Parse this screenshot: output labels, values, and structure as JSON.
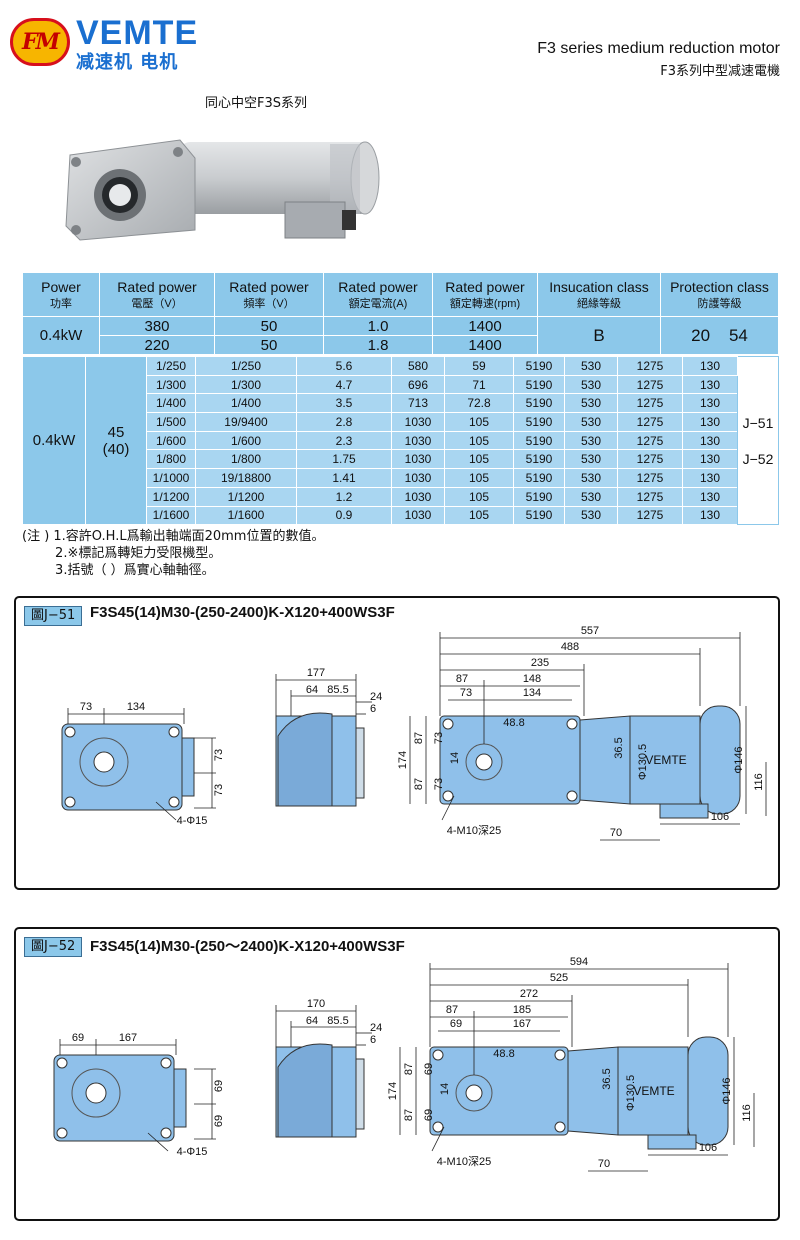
{
  "header": {
    "logo_mark": "FM",
    "brand_en": "VEMTE",
    "brand_cn": "减速机 电机",
    "title_en": "F3 series medium reduction motor",
    "title_cn": "F3系列中型减速電機",
    "series_label": "同心中空F3S系列"
  },
  "spec_header": [
    {
      "en": "Power",
      "cn": "功率"
    },
    {
      "en": "Rated power",
      "cn": "電壓（V）"
    },
    {
      "en": "Rated power",
      "cn": "頻率（V）"
    },
    {
      "en": "Rated power",
      "cn": "額定電流(A)"
    },
    {
      "en": "Rated power",
      "cn": "額定轉速(rpm)"
    },
    {
      "en": "Insucation class",
      "cn": "絕緣等級"
    },
    {
      "en": "Protection class",
      "cn": "防護等級"
    }
  ],
  "spec_rows": [
    {
      "power": "0.4kW",
      "voltage": "380",
      "frequency": "50",
      "current": "1.0",
      "speed": "1400",
      "insulation": "B",
      "protection": "20    54"
    },
    {
      "voltage": "220",
      "frequency": "50",
      "current": "1.8",
      "speed": "1400"
    }
  ],
  "ratio_table": {
    "power": "0.4kW",
    "shaft": "45",
    "shaft_solid": "(40)",
    "refs": [
      "J−51",
      "J−52"
    ],
    "rows": [
      [
        "1/250",
        "1/250",
        "5.6",
        "580",
        "59",
        "5190",
        "530",
        "1275",
        "130"
      ],
      [
        "1/300",
        "1/300",
        "4.7",
        "696",
        "71",
        "5190",
        "530",
        "1275",
        "130"
      ],
      [
        "1/400",
        "1/400",
        "3.5",
        "713",
        "72.8",
        "5190",
        "530",
        "1275",
        "130"
      ],
      [
        "1/500",
        "19/9400",
        "2.8",
        "1030",
        "105",
        "5190",
        "530",
        "1275",
        "130"
      ],
      [
        "1/600",
        "1/600",
        "2.3",
        "1030",
        "105",
        "5190",
        "530",
        "1275",
        "130"
      ],
      [
        "1/800",
        "1/800",
        "1.75",
        "1030",
        "105",
        "5190",
        "530",
        "1275",
        "130"
      ],
      [
        "1/1000",
        "19/18800",
        "1.41",
        "1030",
        "105",
        "5190",
        "530",
        "1275",
        "130"
      ],
      [
        "1/1200",
        "1/1200",
        "1.2",
        "1030",
        "105",
        "5190",
        "530",
        "1275",
        "130"
      ],
      [
        "1/1600",
        "1/1600",
        "0.9",
        "1030",
        "105",
        "5190",
        "530",
        "1275",
        "130"
      ]
    ]
  },
  "notes": [
    "(注 ) 1.容許O.H.L爲輸出軸端面20mm位置的數值。",
    "        2.※標記爲轉矩力受限機型。",
    "        3.括號（ ）爲實心軸軸徑。"
  ],
  "figures": [
    {
      "tag": "圖J−51",
      "model": "F3S45(14)M30-(250-2400)K-X120+400WS3F",
      "dims": {
        "a": "73",
        "b": "134",
        "c": "73",
        "d": "73",
        "holes": "4-Φ15",
        "s1": "177",
        "s2": "64",
        "s3": "85.5",
        "s4": "24",
        "s5": "6",
        "l1": "557",
        "l2": "488",
        "l3": "235",
        "l4": "87",
        "l5": "148",
        "l6": "73",
        "l7": "134",
        "l8": "48.8",
        "v1": "174",
        "v2": "87",
        "v3": "87",
        "v4": "73",
        "v5": "73",
        "v6": "14",
        "v7": "36.5",
        "v8": "Φ130.5",
        "v9": "Φ146",
        "v10": "116",
        "b1": "106",
        "b2": "70",
        "mholes": "4-M10深25",
        "motor": "VEMTE"
      }
    },
    {
      "tag": "圖J−52",
      "model": "F3S45(14)M30-(250～2400)K-X120+400WS3F",
      "dims": {
        "a": "69",
        "b": "167",
        "c": "69",
        "d": "69",
        "holes": "4-Φ15",
        "s1": "170",
        "s2": "64",
        "s3": "85.5",
        "s4": "24",
        "s5": "6",
        "l1": "594",
        "l2": "525",
        "l3": "272",
        "l4": "87",
        "l5": "185",
        "l6": "69",
        "l7": "167",
        "l8": "48.8",
        "v1": "174",
        "v2": "87",
        "v3": "87",
        "v4": "69",
        "v5": "69",
        "v6": "14",
        "v7": "36.5",
        "v8": "Φ130.5",
        "v9": "Φ146",
        "v10": "116",
        "b1": "106",
        "b2": "70",
        "mholes": "4-M10深25",
        "motor": "VEMTE"
      }
    }
  ],
  "colors": {
    "table_header": "#6fb6e0",
    "table_body": "#8cc8ea",
    "drawing_fill": "#8fc0ea",
    "brand": "#1a6fd0",
    "logo_ring": "#d70f1c"
  }
}
